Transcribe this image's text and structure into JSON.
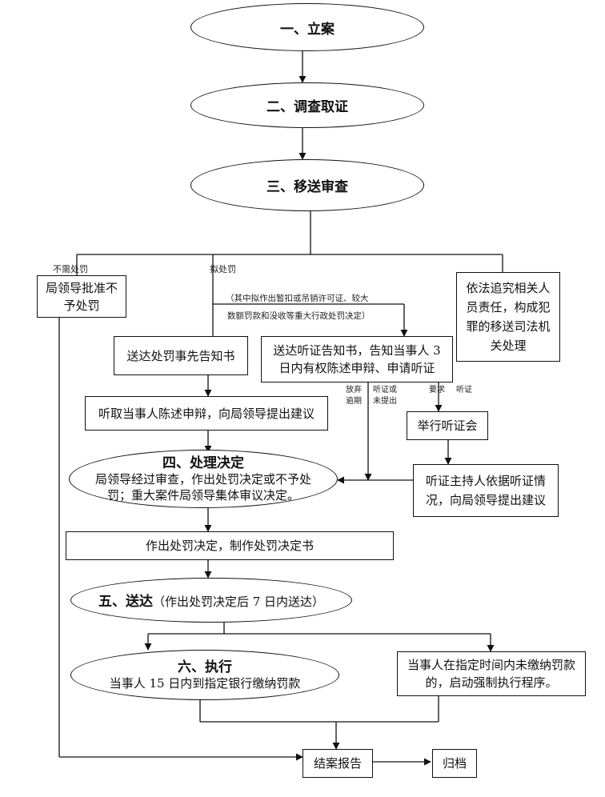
{
  "steps": {
    "filing": "一、立案",
    "investigation": "二、调查取证",
    "review": "三、移送审查",
    "decision_title": "四、处理决定",
    "decision_body": "局领导经过审查，作出处罚决定或不予处罚；重大案件局领导集体审议决定。",
    "delivery": "五、送达",
    "delivery_note": "（作出处罚决定后 7 日内送达）",
    "execution_title": "六、执行",
    "execution_body": "当事人 15 日内到指定银行缴纳罚款"
  },
  "boxes": {
    "no_penalty": "局领导批准不予处罚",
    "criminal": "依法追究相关人员责任，构成犯罪的移送司法机关处理",
    "prior_notice": "送达处罚事先告知书",
    "hearing_notice": "送达听证告知书，告知当事人 3 日内有权陈述申辩、申请听证",
    "hear_statement": "听取当事人陈述申辩，向局领导提出建议",
    "hold_hearing": "举行听证会",
    "hearing_host": "听证主持人依据听证情况，向局领导提出建议",
    "make_decision": "作出处罚决定，制作处罚决定书",
    "enforce": "当事人在指定时间内未缴纳罚款的，启动强制执行程序。",
    "close_report": "结案报告",
    "archive": "归档"
  },
  "labels": {
    "no_penalty": "不需处罚",
    "propose": "拟处罚",
    "major_note_1": "（其中拟作出暂扣或吊销许可证、较大",
    "major_note_2": "数额罚款和没收等重大行政处罚决定）",
    "waive_1": "放弃",
    "waive_2": "逾期",
    "not_requested_1": "听证或",
    "not_requested_2": "未提出",
    "request": "要求",
    "hearing": "听证"
  },
  "colors": {
    "line": "#111111",
    "background": "#ffffff"
  }
}
